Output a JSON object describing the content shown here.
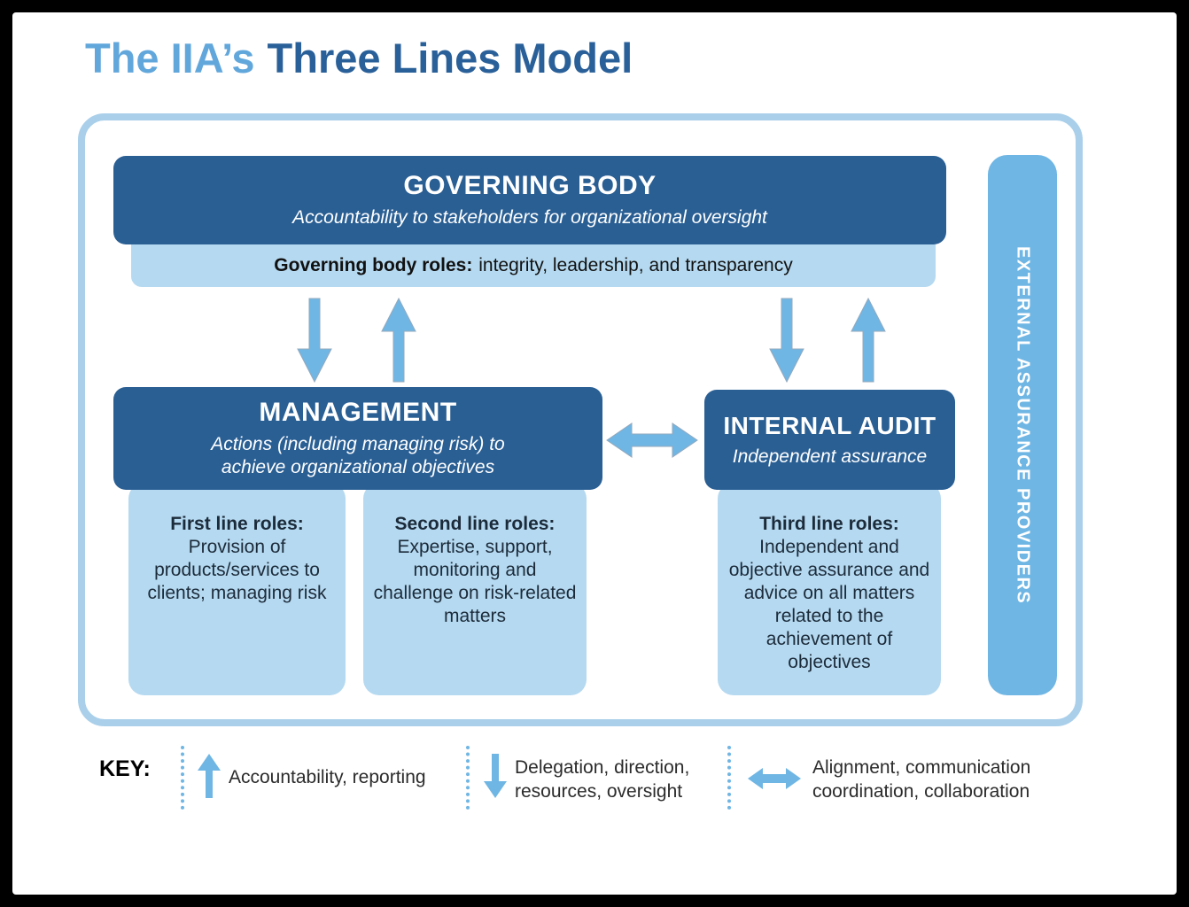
{
  "title": {
    "light": "The IIA’s",
    "dark": "Three Lines Model"
  },
  "colors": {
    "dark_blue": "#2A5F94",
    "light_blue": "#B5D9F0",
    "mid_blue": "#6FB6E4",
    "border_blue": "#A9CFEA",
    "title_light": "#62A7DC",
    "title_dark": "#2A6099",
    "text_dark": "#1C2B3A",
    "key_text": "#2B2B2B"
  },
  "diagram": {
    "governing_body": {
      "title": "GOVERNING BODY",
      "subtitle": "Accountability to stakeholders for organizational oversight"
    },
    "governing_roles_strip": {
      "bold": "Governing body roles:",
      "rest": "integrity, leadership, and transparency"
    },
    "management": {
      "title": "MANAGEMENT",
      "subtitle": "Actions (including managing risk) to achieve organizational objectives"
    },
    "internal_audit": {
      "title": "INTERNAL AUDIT",
      "subtitle": "Independent assurance"
    },
    "first_line": {
      "heading": "First line roles:",
      "body": "Provision of products/services to clients; managing risk"
    },
    "second_line": {
      "heading": "Second line roles:",
      "body": "Expertise, support, monitoring and challenge on risk-related matters"
    },
    "third_line": {
      "heading": "Third line roles:",
      "body": "Independent and objective assurance and advice on all matters related to the achievement of objectives"
    },
    "external_assurance": {
      "label": "EXTERNAL ASSURANCE PROVIDERS"
    }
  },
  "key": {
    "label": "KEY:",
    "items": [
      {
        "icon": "up-arrow-icon",
        "line1": "Accountability, reporting",
        "line2": ""
      },
      {
        "icon": "down-arrow-icon",
        "line1": "Delegation, direction,",
        "line2": "resources, oversight"
      },
      {
        "icon": "double-arrow-icon",
        "line1": "Alignment, communication",
        "line2": "coordination, collaboration"
      }
    ]
  }
}
